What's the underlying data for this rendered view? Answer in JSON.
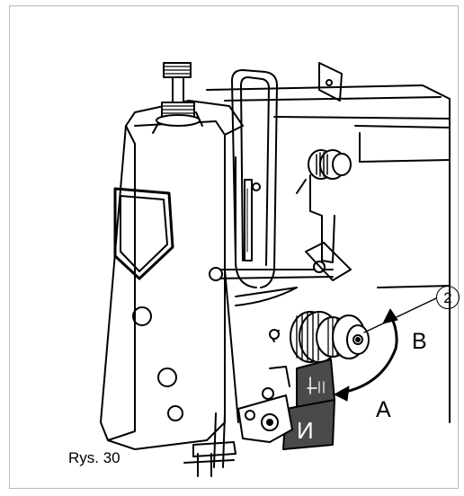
{
  "figure": {
    "caption": "Rys. 30",
    "callout_number": "2",
    "arrow_label_b": "B",
    "arrow_label_a": "A",
    "presser_symbol": "И"
  },
  "colors": {
    "line": "#000000",
    "panel_gray": "#4a4a4a",
    "frame_border": "#b9b9b9"
  }
}
